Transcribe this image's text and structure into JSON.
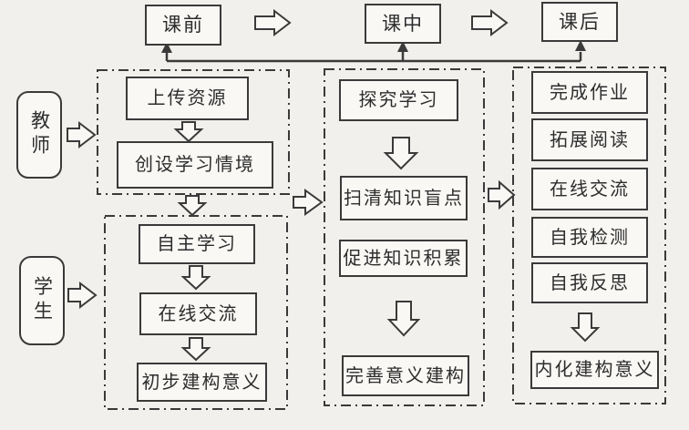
{
  "phases": [
    {
      "label": "课前"
    },
    {
      "label": "课中"
    },
    {
      "label": "课后"
    }
  ],
  "actors": [
    {
      "label": "教师"
    },
    {
      "label": "学生"
    }
  ],
  "groups": [
    {
      "name": "teacher-pre-class",
      "items": [
        {
          "label": "上传资源"
        },
        {
          "label": "创设学习情境"
        }
      ]
    },
    {
      "name": "student-pre-class",
      "items": [
        {
          "label": "自主学习"
        },
        {
          "label": "在线交流"
        },
        {
          "label": "初步建构意义"
        }
      ]
    },
    {
      "name": "in-class",
      "items": [
        {
          "label": "探究学习"
        },
        {
          "label": "扫清知识盲点"
        },
        {
          "label": "促进知识积累"
        },
        {
          "label": "完善意义建构"
        }
      ]
    },
    {
      "name": "after-class",
      "items": [
        {
          "label": "完成作业"
        },
        {
          "label": "拓展阅读"
        },
        {
          "label": "在线交流"
        },
        {
          "label": "自我检测"
        },
        {
          "label": "自我反思"
        },
        {
          "label": "内化建构意义"
        }
      ]
    }
  ],
  "colors": {
    "background": "#f2f0ec",
    "line": "#3a3a3a",
    "box_fill": "#f9f8f5",
    "text": "#2d2d2d"
  }
}
